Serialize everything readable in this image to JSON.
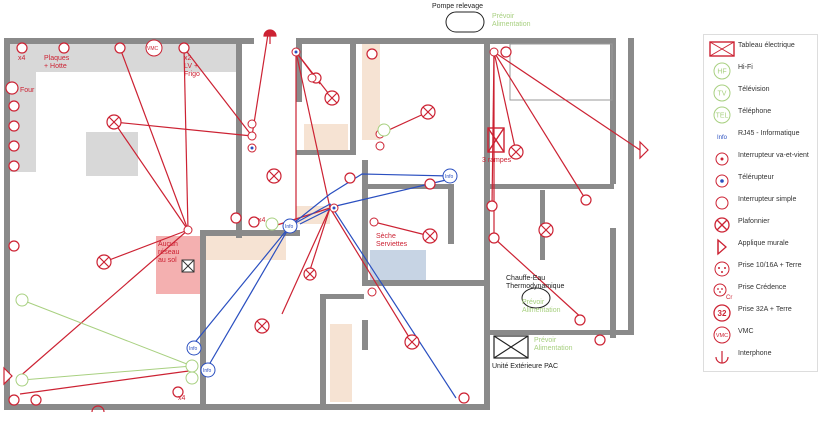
{
  "title_top": "Pompe relevage",
  "labels": {
    "prevoir_alim_top": "Prévoir\nAlimentation",
    "plaques_hotte": "Plaques\n+ Hotte",
    "lv_frigo": "x2\nLV +\nFrigo",
    "four": "Four",
    "x4_a": "x4",
    "x4_b": "x4",
    "x4_c": "x4",
    "x2": "x2",
    "vmc": "VMC",
    "aucun_reseau": "Aucun\nréseau\nau sol",
    "seche_serviettes": "Sèche\nServiettes",
    "trois_rampes": "3 rampes",
    "chauffe_eau": "Chauffe-Eau\nThermodynamique",
    "prevoir_alim_mid": "Prévoir\nAlimentation",
    "prevoir_alim_low": "Prévoir\nAlimentation",
    "unite_ext": "Unité Extérieure PAC",
    "info": "Info",
    "tel": "TEL",
    "tv": "TV",
    "hf": "HF"
  },
  "legend": [
    {
      "icon": "tableau-electrique-icon",
      "label": "Tableau électrique"
    },
    {
      "icon": "hifi-icon",
      "label": "Hi-Fi",
      "glyph": "HF"
    },
    {
      "icon": "television-icon",
      "label": "Télévision",
      "glyph": "TV"
    },
    {
      "icon": "telephone-icon",
      "label": "Téléphone",
      "glyph": "TEL"
    },
    {
      "icon": "rj45-icon",
      "label": "RJ45 - Informatique",
      "glyph": "Info"
    },
    {
      "icon": "interrupteur-va-et-vient-icon",
      "label": "Interrupteur va-et-vient"
    },
    {
      "icon": "telerupteur-icon",
      "label": "Télérupteur"
    },
    {
      "icon": "interrupteur-simple-icon",
      "label": "Interrupteur simple"
    },
    {
      "icon": "plafonnier-icon",
      "label": "Plafonnier"
    },
    {
      "icon": "applique-murale-icon",
      "label": "Applique murale"
    },
    {
      "icon": "prise-icon",
      "label": "Prise 10/16A + Terre"
    },
    {
      "icon": "prise-credence-icon",
      "label": "Prise Crédence",
      "glyph": "Cr"
    },
    {
      "icon": "prise-32a-icon",
      "label": "Prise 32A + Terre",
      "glyph": "32"
    },
    {
      "icon": "vmc-icon",
      "label": "VMC",
      "glyph": "VMC"
    },
    {
      "icon": "interphone-icon",
      "label": "Interphone"
    }
  ],
  "colors": {
    "wall": "#8a8a8a",
    "red": "#cc2233",
    "blue": "#2a4fc0",
    "green": "#a8d080",
    "pink": "#f4b0b0",
    "beige": "#f6e3d3",
    "kitchen": "#d8d8d8",
    "water": "#c7d4e4"
  }
}
